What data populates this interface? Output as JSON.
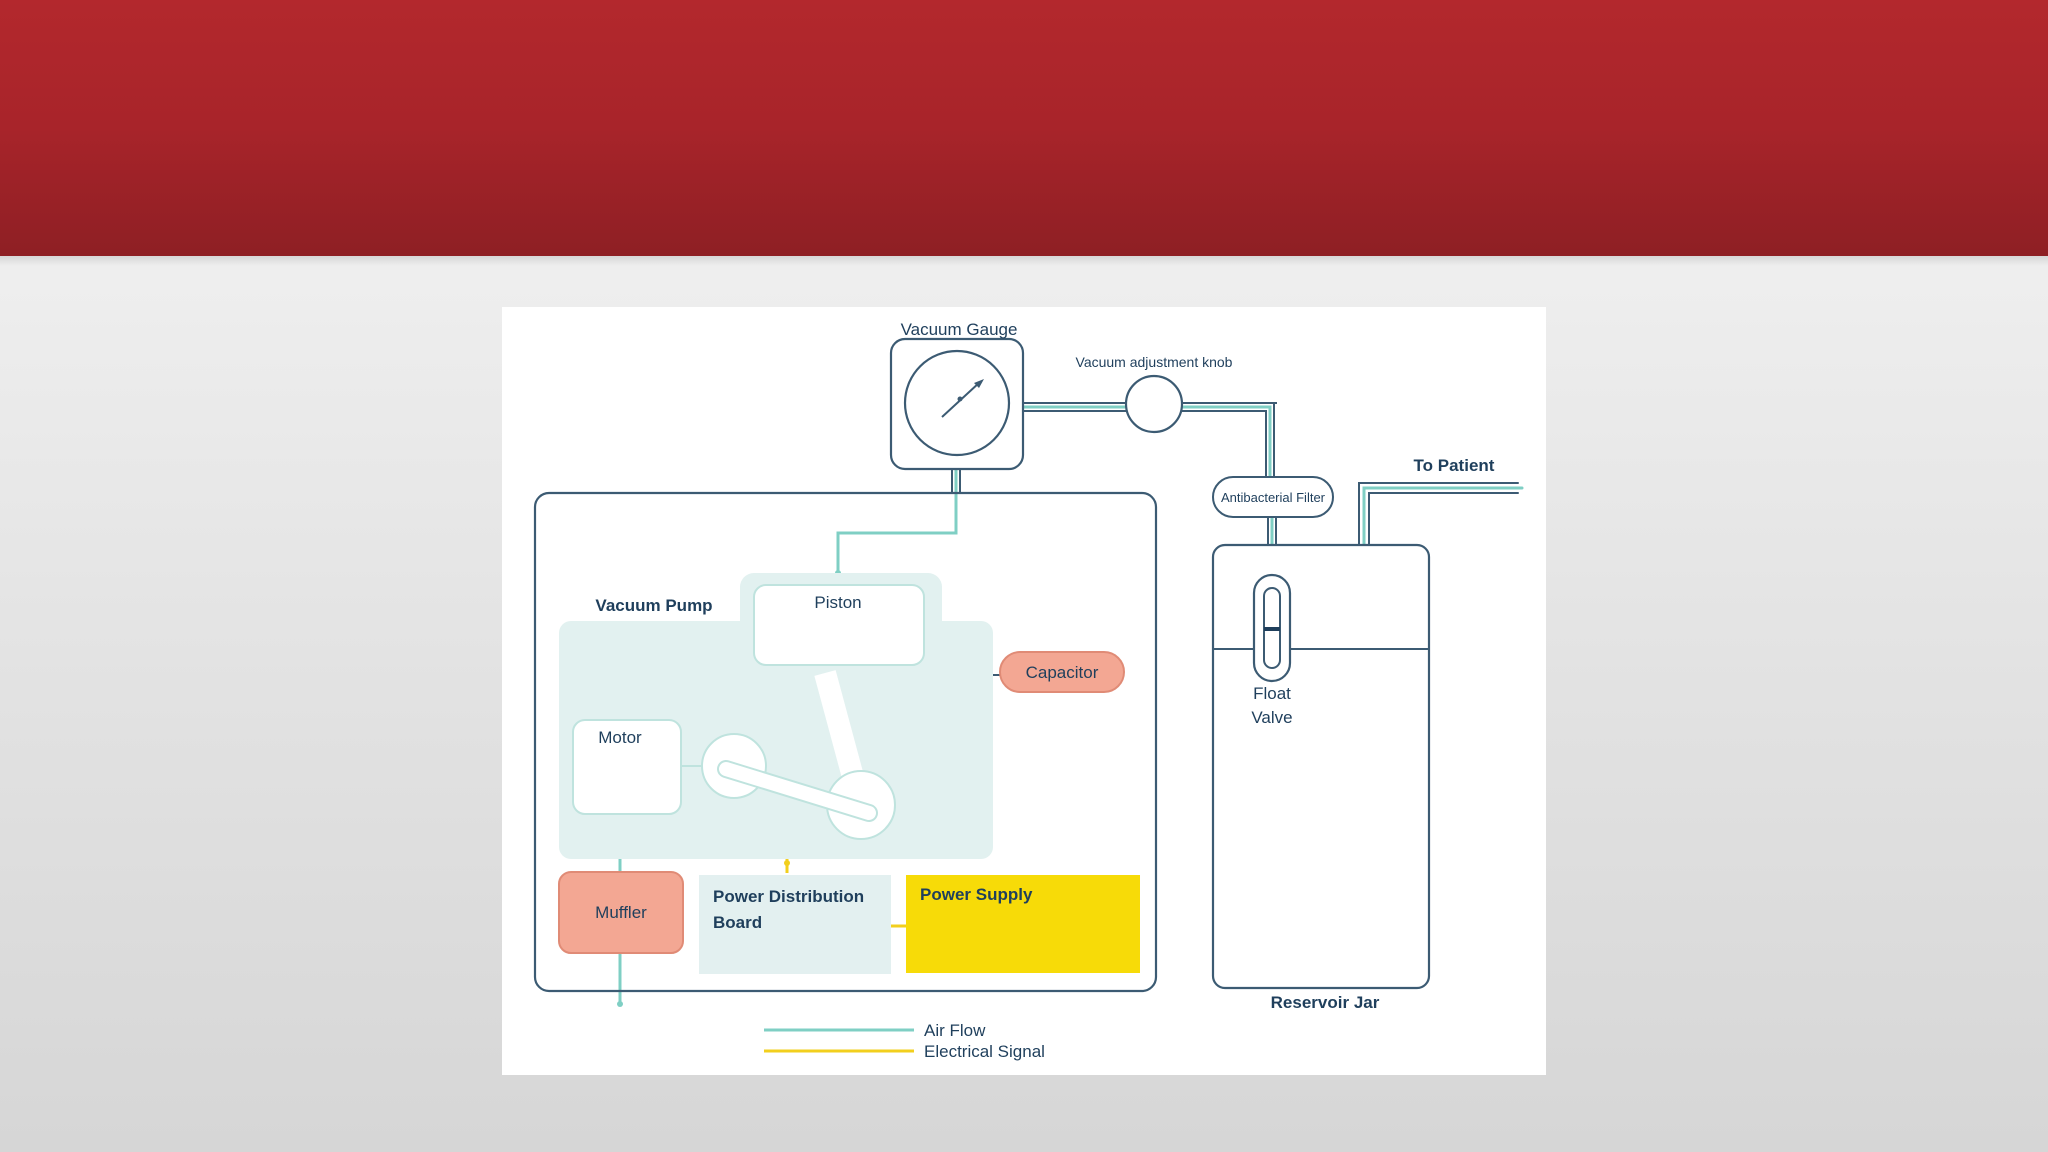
{
  "colors": {
    "header": "#b3282d",
    "outline": "#3c5b73",
    "air_flow": "#7fcfc4",
    "electrical": "#f2cf1d",
    "pump_fill": "#e2f1f0",
    "salmon": "#f3a793",
    "power_supply": "#f7db08",
    "board": "#e3f0f0"
  },
  "diagram": {
    "vacuum_gauge": "Vacuum Gauge",
    "adjustment_knob": "Vacuum adjustment knob",
    "to_patient": "To Patient",
    "antibacterial_filter": "Antibacterial Filter",
    "vacuum_pump": "Vacuum Pump",
    "piston": "Piston",
    "capacitor": "Capacitor",
    "motor": "Motor",
    "float_valve_line1": "Float",
    "float_valve_line2": "Valve",
    "muffler": "Muffler",
    "power_board_line1": "Power Distribution",
    "power_board_line2": "Board",
    "power_supply": "Power Supply",
    "reservoir_jar": "Reservoir Jar"
  },
  "legend": {
    "air_flow": "Air Flow",
    "electrical_signal": "Electrical Signal"
  }
}
